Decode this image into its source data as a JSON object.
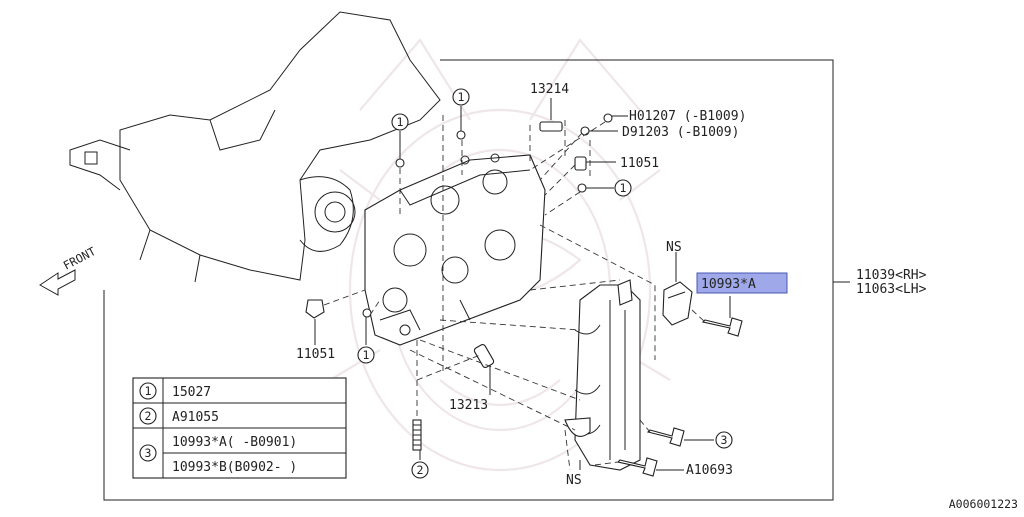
{
  "parts": {
    "p13214": "13214",
    "pH01207": "H01207 (-B1009)",
    "pD91203": "D91203 (-B1009)",
    "p11051_top": "11051",
    "p11051_left": "11051",
    "pNS_top": "NS",
    "pNS_bottom": "NS",
    "p10993A": "10993*A",
    "p11039": "11039<RH>",
    "p11063": "11063<LH>",
    "p13213": "13213",
    "pA10693": "A10693",
    "front": "FRONT"
  },
  "callouts": {
    "c1": "1",
    "c2": "2",
    "c3": "3"
  },
  "legend": {
    "rows": [
      {
        "key": "1",
        "text": "15027"
      },
      {
        "key": "2",
        "text": "A91055"
      },
      {
        "key": "3",
        "text": "10993*A( -B0901)"
      },
      {
        "key": "",
        "text": "10993*B(B0902- )"
      }
    ]
  },
  "diagram_id": "A006001223",
  "colors": {
    "highlight": "#9fa9e9",
    "line": "#222222",
    "watermark": "#efe6e8"
  }
}
